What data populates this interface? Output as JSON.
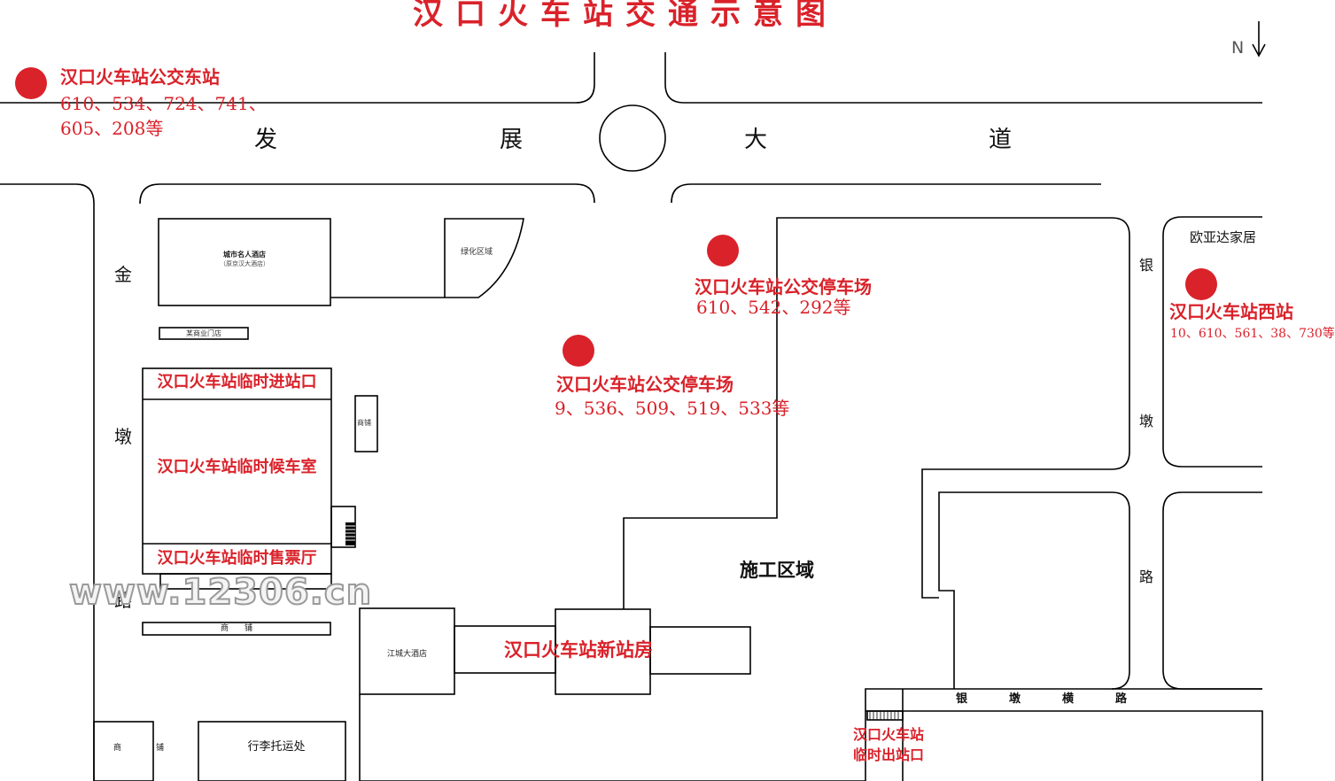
{
  "title": "汉口火车站交通示意图",
  "compass": {
    "letter": "N"
  },
  "roads": {
    "fazhan": [
      "发",
      "展",
      "大",
      "道"
    ],
    "jindun": [
      "金",
      "墩",
      "路"
    ],
    "yindun": [
      "银",
      "墩",
      "路"
    ],
    "yindunheng": [
      "银",
      "墩",
      "横",
      "路"
    ]
  },
  "stops": {
    "east": {
      "name": "汉口火车站公交东站",
      "routes1": "610、534、724、741、",
      "routes2": "605、208等"
    },
    "parking1": {
      "name": "汉口火车站公交停车场",
      "routes": "610、542、292等"
    },
    "parking2": {
      "name": "汉口火车站公交停车场",
      "routes": "9、536、509、519、533等"
    },
    "west": {
      "name": "汉口火车站西站",
      "routes": "10、610、561、38、730等"
    }
  },
  "buildings": {
    "hotel_celebrity": "城市名人酒店",
    "hotel_celebrity_sub": "（原京汉大酒店）",
    "green": "绿化区域",
    "shop_strip": "某商业门店",
    "entrance": "汉口火车站临时进站口",
    "waiting": "汉口火车站临时候车室",
    "ticket": "汉口火车站临时售票厅",
    "kiosk": "商铺",
    "shops_bottom": "商　　铺",
    "jiangcheng": "江城大酒店",
    "new_station": "汉口火车站新站房",
    "construction": "施工区域",
    "ouyada": "欧亚达家居",
    "exit1": "汉口火车站",
    "exit2": "临时出站口",
    "shop_a": "商",
    "shop_b": "铺",
    "luggage": "行李托运处"
  },
  "watermark": "www.12306.cn",
  "colors": {
    "accent": "#d9222a",
    "line": "#000000"
  }
}
